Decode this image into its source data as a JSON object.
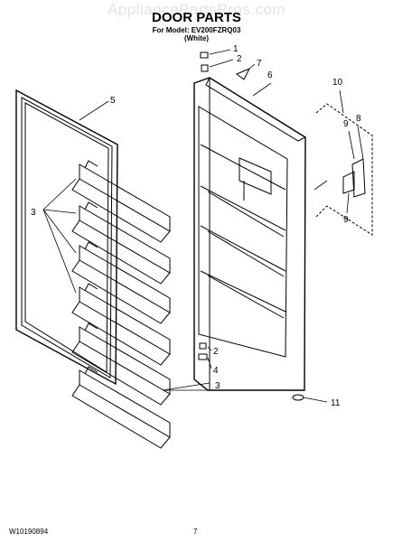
{
  "watermark": "AppliancePartsPros.com",
  "title": "DOOR PARTS",
  "model_line": "For Model: EV200FZRQ03",
  "color_line": "(White)",
  "callouts": {
    "c1": "1",
    "c2a": "2",
    "c7": "7",
    "c5": "5",
    "c6": "6",
    "c10": "10",
    "c9a": "9",
    "c8": "8",
    "c9b": "9",
    "c3a": "3",
    "c3b": "3",
    "c2b": "2",
    "c4": "4",
    "c11": "11"
  },
  "footer": {
    "doc_number": "W10190894",
    "page": "7"
  }
}
